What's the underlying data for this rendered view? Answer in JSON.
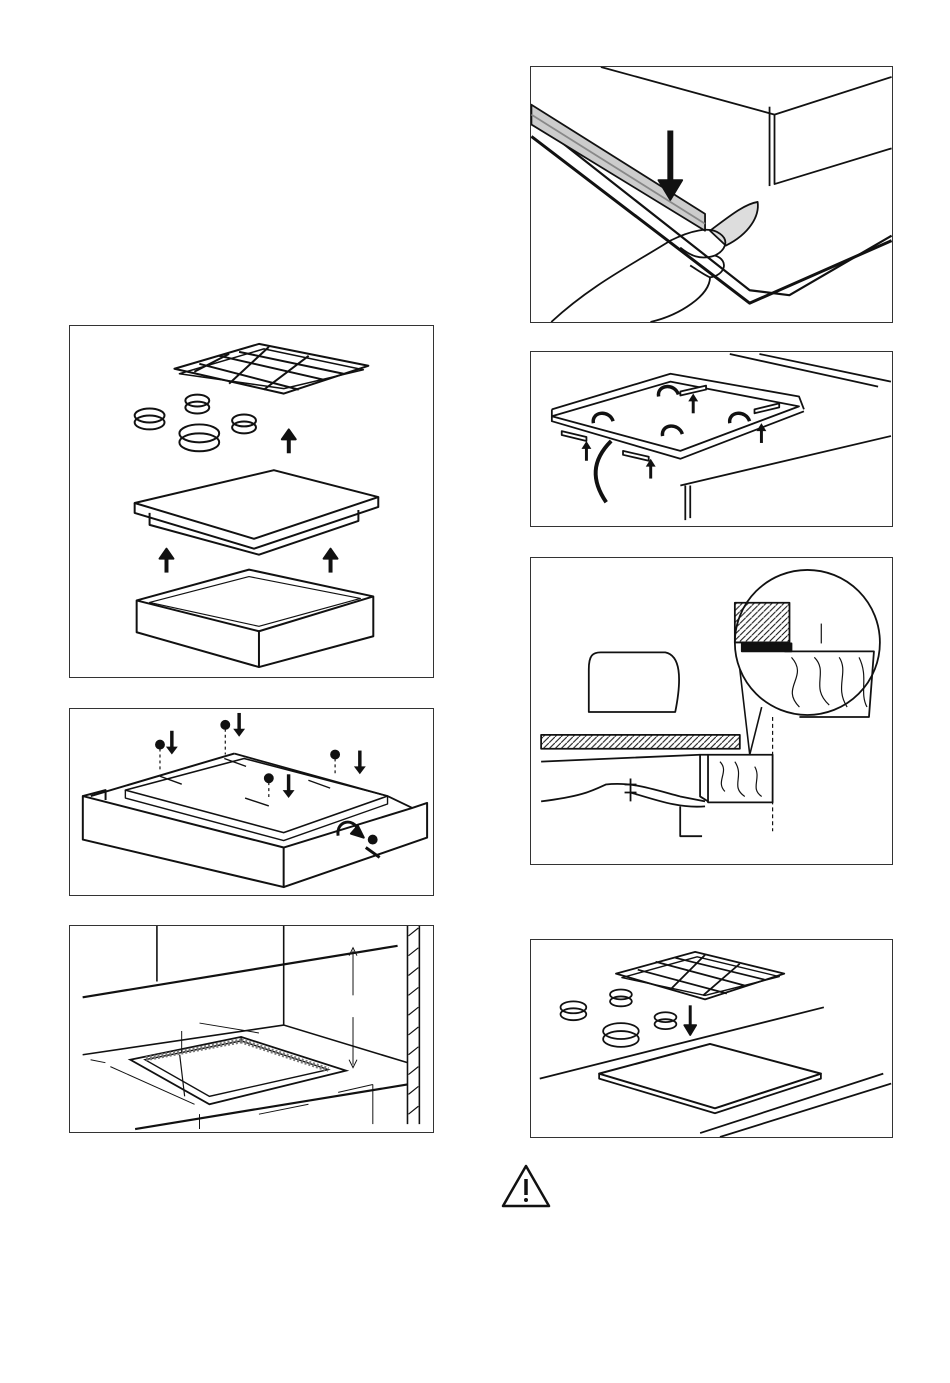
{
  "page": {
    "figures": [
      {
        "id": "remove-parts"
      },
      {
        "id": "packaging-screws"
      },
      {
        "id": "worktop-cutout"
      },
      {
        "id": "apply-seal"
      },
      {
        "id": "fix-brackets"
      },
      {
        "id": "seal-detail"
      },
      {
        "id": "refit-parts"
      }
    ],
    "warning_icon": "warning-triangle-icon"
  }
}
